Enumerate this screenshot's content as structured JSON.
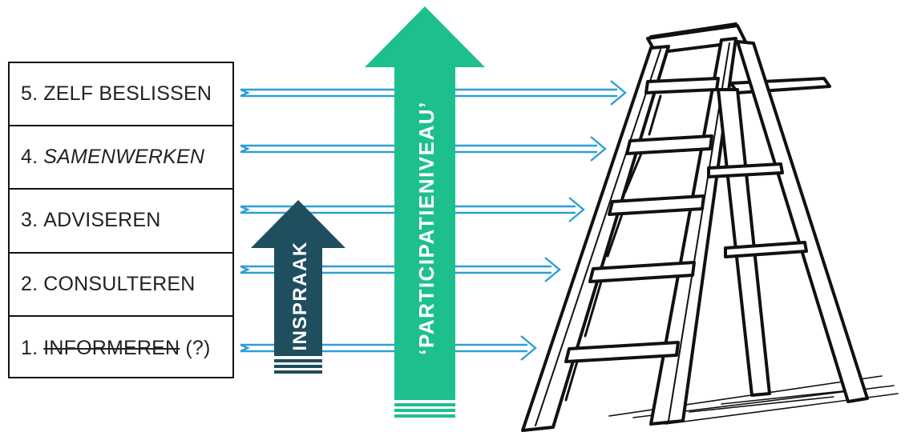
{
  "levels": [
    {
      "number": "5.",
      "label": "ZELF BESLISSEN",
      "italic": false,
      "strike": false,
      "suffix": ""
    },
    {
      "number": "4.",
      "label": "SAMENWERKEN",
      "italic": true,
      "strike": false,
      "suffix": ""
    },
    {
      "number": "3.",
      "label": "ADVISEREN",
      "italic": false,
      "strike": false,
      "suffix": ""
    },
    {
      "number": "2.",
      "label": "CONSULTEREN",
      "italic": false,
      "strike": false,
      "suffix": ""
    },
    {
      "number": "1.",
      "label": "INFORMEREN",
      "italic": false,
      "strike": true,
      "suffix": "(?)"
    }
  ],
  "arrows": {
    "inspraak_label": "INSPRAAK",
    "participatie_label": "‘PARTICIPATIENIVEAU’"
  },
  "colors": {
    "inspraak": "#1f4e5f",
    "participatie": "#1ebf8f",
    "connector": "#2e9fd4",
    "border": "#111111"
  }
}
